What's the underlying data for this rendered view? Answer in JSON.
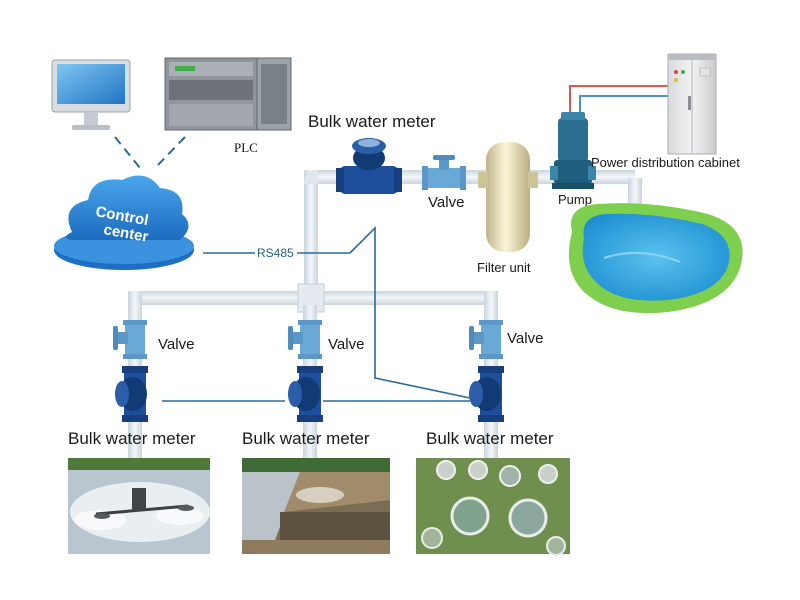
{
  "labels": {
    "plc": "PLC",
    "control_center_line1": "Control",
    "control_center_line2": "center",
    "rs485": "RS485",
    "bulk_meter_top": "Bulk water meter",
    "valve_top": "Valve",
    "filter_unit": "Filter unit",
    "pump": "Pump",
    "power_cabinet": "Power distribution cabinet",
    "valve_left": "Valve",
    "valve_mid": "Valve",
    "valve_right": "Valve",
    "meter_left": "Bulk water meter",
    "meter_mid": "Bulk water meter",
    "meter_right": "Bulk water meter"
  },
  "icons": {
    "computer": "computer-monitor-icon",
    "plc": "plc-controller-icon",
    "cloud": "cloud-icon",
    "meter": "water-meter-icon",
    "valve": "valve-icon",
    "filter": "filter-tank-icon",
    "pump": "pump-icon",
    "cabinet": "electrical-cabinet-icon",
    "pond": "pond-icon"
  },
  "colors": {
    "pipe": "#e7edf2",
    "pipe_edge": "#c8d3dc",
    "meter_blue": "#1d4f9c",
    "valve_blue": "#6aa8d6",
    "signal_line": "#2b6a99",
    "cloud_blue": "#2f86d6",
    "pond_water": "#2fa3df",
    "pond_grass": "#7fcf4f"
  }
}
